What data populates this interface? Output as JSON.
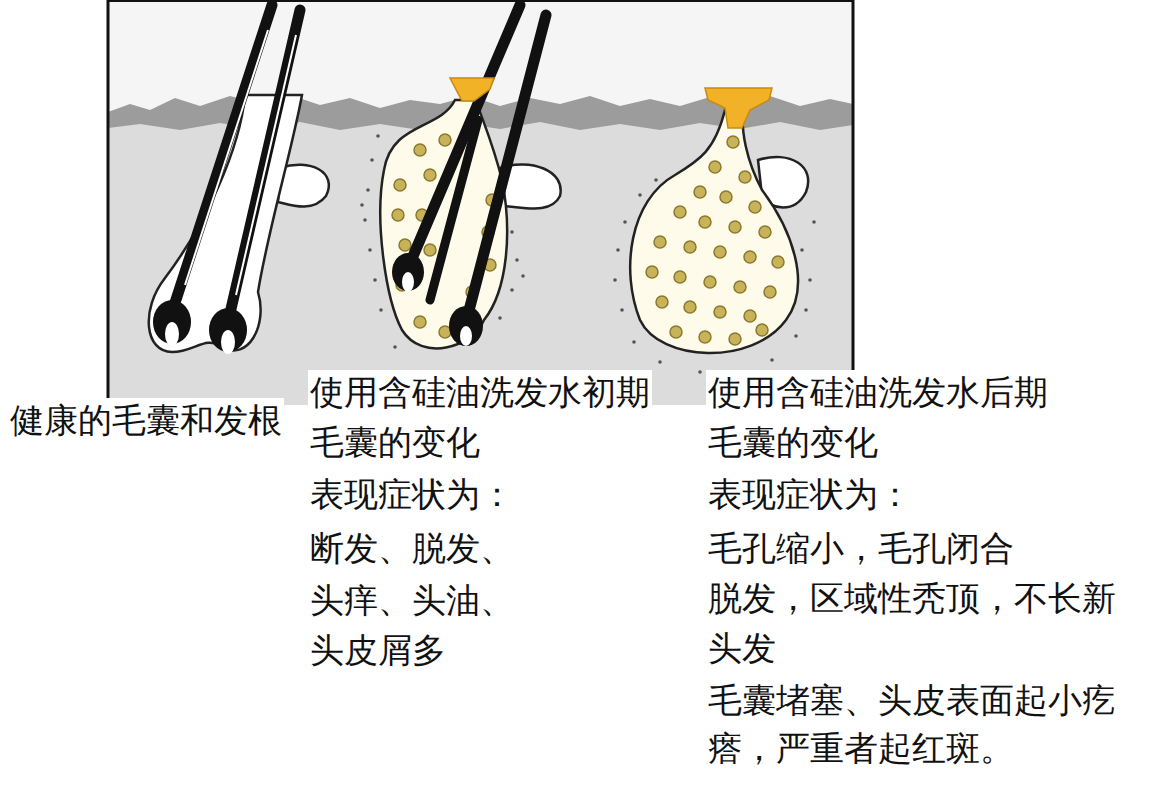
{
  "diagram": {
    "labels": [
      "健康的毛囊和发根",
      "使用含硅油洗发水初期",
      "毛囊的变化",
      "表现症状为：",
      "断发、脱发、",
      "头痒、头油、",
      "头皮屑多",
      "使用含硅油洗发水后期",
      "毛囊的变化",
      "表现症状为：",
      "毛孔缩小，毛孔闭合",
      "脱发，区域性秃顶，不长新",
      "头发",
      "毛囊堵塞、头皮表面起小疙",
      "瘩，严重者起红斑。"
    ]
  }
}
